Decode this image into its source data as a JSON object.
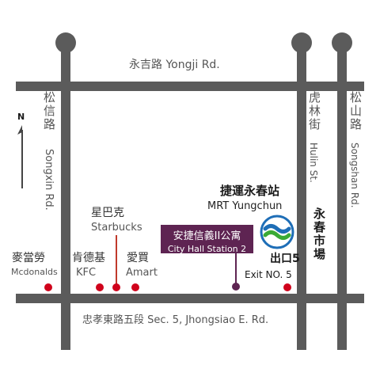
{
  "roads": {
    "yongji": "永吉路  Yongji Rd.",
    "songxin_cn": "松信路",
    "songxin_en": "Songxin Rd.",
    "hulin_cn": "虎林街",
    "hulin_en": "Hulin St.",
    "songshan_cn": "松山路",
    "songshan_en": "Songshan Rd.",
    "zhongxiao": "忠孝東路五段  Sec. 5, Jhongsiao E. Rd."
  },
  "compass": {
    "north": "N"
  },
  "mrt": {
    "name_cn": "捷運永春站",
    "name_en": "MRT Yungchun",
    "exit_cn": "出口5",
    "exit_en": "Exit NO. 5"
  },
  "market": "永春市場",
  "destination": {
    "name_cn": "安捷信義II公寓",
    "name_en": "City Hall Station 2",
    "color": "#5e2452"
  },
  "pois": [
    {
      "cn": "麥當勞",
      "en": "Mcdonalds"
    },
    {
      "cn": "肯德基",
      "en": "KFC"
    },
    {
      "cn": "星巴克",
      "en": "Starbucks"
    },
    {
      "cn": "愛買",
      "en": "Amart"
    }
  ],
  "colors": {
    "road": "#5b5b5b",
    "poi": "#d0021b",
    "destination": "#5e2452"
  },
  "icons": [
    "mrt-logo-icon",
    "north-arrow-icon"
  ]
}
